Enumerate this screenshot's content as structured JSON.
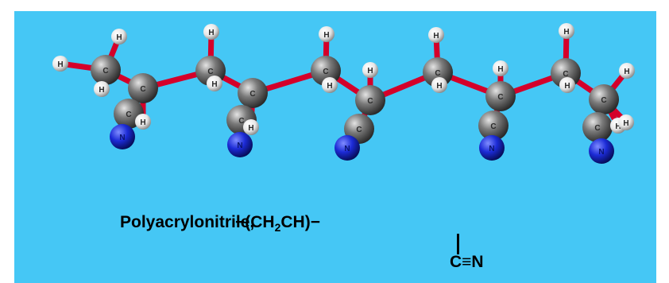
{
  "caption": {
    "name": "Polyacrylonitrile,",
    "formula_left": "−(CH",
    "formula_sub": "2",
    "formula_right": "CH)−",
    "side_group": "C≡N"
  },
  "atom_labels": {
    "carbon": "C",
    "hydrogen": "H",
    "nitrogen": "N"
  },
  "colors": {
    "background": "#45c7f5",
    "bond": "#d4002a",
    "nitrile_bond": "#2ad1c8",
    "carbon": "#707070",
    "hydrogen": "#f2f2f2",
    "nitrogen": "#1c2bd6"
  }
}
